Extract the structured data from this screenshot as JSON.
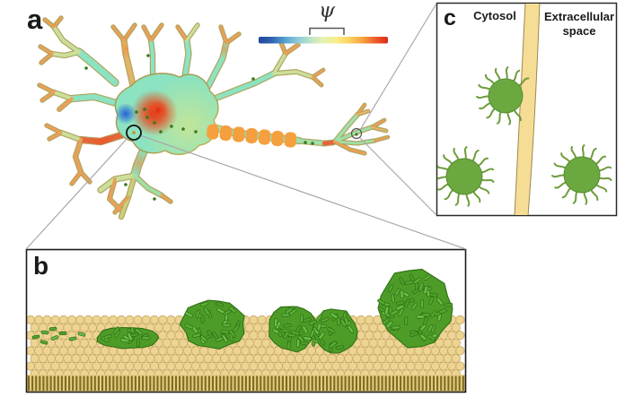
{
  "figure_labels": {
    "a": "a",
    "b": "b",
    "c": "c"
  },
  "colorbar": {
    "symbol": "ψ",
    "stops": [
      "#25479B",
      "#2E62B0",
      "#54A0CE",
      "#8BC9DC",
      "#BCE4CA",
      "#E6F3B0",
      "#F9EC8B",
      "#FBD35F",
      "#F7A53E",
      "#F05E2B",
      "#D92C1C"
    ]
  },
  "panel_c": {
    "left_region": "Cytosol",
    "right_region": "Extracellular space"
  },
  "colors": {
    "neuron_base": "#8BE3C1",
    "neuron_outline": "#A89B50",
    "seg_teal": "#8BE3C1",
    "seg_green": "#9FE0A8",
    "seg_mid": "#CBDF9A",
    "seg_orange": "#E9A057",
    "seg_red": "#E8643A",
    "seg_orange_mid": "#E2B368",
    "seg_olive_green": "#C8CF7E",
    "hotspot_red": "#E02810",
    "spot_blue": "#1E5AD6",
    "yellow_wash": "#F0E678",
    "orange_patch": "#E85A28",
    "orange_soft": "#EE8C3C",
    "myelin_orange": "#F5A03E",
    "dot_green": "#3A7A17",
    "membrane_head_fill": "#EDD494",
    "membrane_head_stroke": "#C8A758",
    "membrane_tail": "#7D6C1E",
    "membrane_tail_bg": "#E6CD86",
    "aggregate_fill": "#4E9C28",
    "rod_outline": "#2E7013",
    "rod_fills": [
      "#4f9e2b",
      "#5cb03a",
      "#6abf49",
      "#57a631"
    ],
    "particle_green": "#6BA840",
    "particle_stroke": "#578C30",
    "tail_green": "#6F9C3C",
    "strip_fill": "#F6DD96",
    "strip_stroke": "#9A8A4E",
    "connector_gray": "#A9A9A9",
    "panel_border": "#2A2A2A",
    "annotation_circle": "#111111"
  }
}
